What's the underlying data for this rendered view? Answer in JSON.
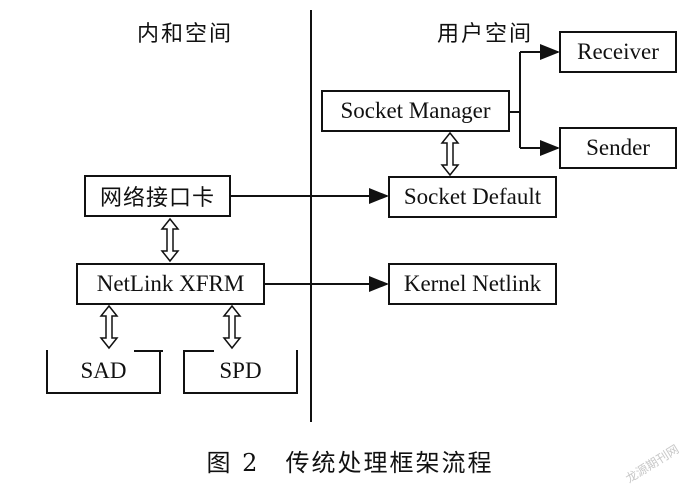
{
  "regions": {
    "kernel_space": "内和空间",
    "user_space": "用户空间"
  },
  "nodes": {
    "network_card": "网络接口卡",
    "netlink_xfrm": "NetLink XFRM",
    "sad": "SAD",
    "spd": "SPD",
    "socket_manager": "Socket Manager",
    "socket_default": "Socket Default",
    "kernel_netlink": "Kernel Netlink",
    "receiver": "Receiver",
    "sender": "Sender"
  },
  "caption": "图 2　传统处理框架流程",
  "watermark": "龙源期刊网"
}
